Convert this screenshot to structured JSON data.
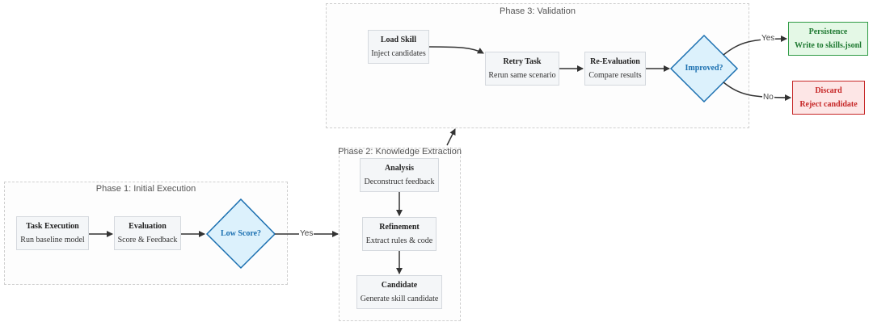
{
  "phases": {
    "p1": {
      "title": "Phase 1: Initial Execution"
    },
    "p2": {
      "title": "Phase 2: Knowledge Extraction"
    },
    "p3": {
      "title": "Phase 3: Validation"
    }
  },
  "nodes": {
    "task_execution": {
      "title": "Task Execution",
      "subtitle": "Run baseline model"
    },
    "evaluation": {
      "title": "Evaluation",
      "subtitle": "Score & Feedback"
    },
    "low_score": {
      "label": "Low Score?"
    },
    "analysis": {
      "title": "Analysis",
      "subtitle": "Deconstruct feedback"
    },
    "refinement": {
      "title": "Refinement",
      "subtitle": "Extract rules & code"
    },
    "candidate": {
      "title": "Candidate",
      "subtitle": "Generate skill candidate"
    },
    "load_skill": {
      "title": "Load Skill",
      "subtitle": "Inject candidates"
    },
    "retry_task": {
      "title": "Retry Task",
      "subtitle": "Rerun same scenario"
    },
    "re_evaluation": {
      "title": "Re-Evaluation",
      "subtitle": "Compare results"
    },
    "improved": {
      "label": "Improved?"
    },
    "persistence": {
      "title": "Persistence",
      "subtitle": "Write to skills.jsonl"
    },
    "discard": {
      "title": "Discard",
      "subtitle": "Reject candidate"
    }
  },
  "edges": {
    "low_score_yes": "Yes",
    "improved_yes": "Yes",
    "improved_no": "No"
  },
  "colors": {
    "diamond_fill": "#dcf1fc",
    "diamond_stroke": "#1a6fb0",
    "success": "#2e9a44",
    "failure": "#c62828"
  }
}
